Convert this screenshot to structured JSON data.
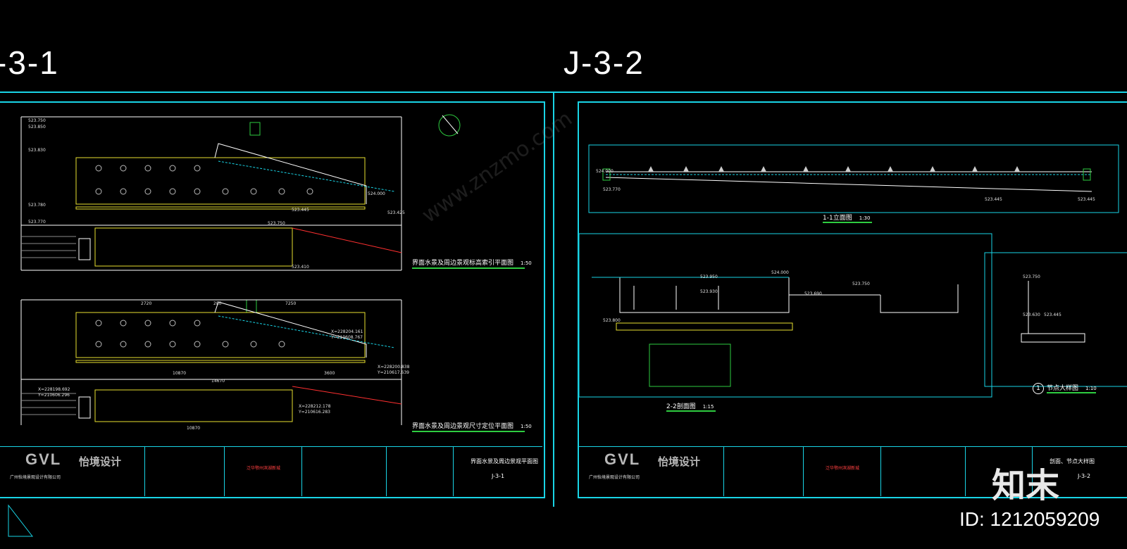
{
  "sheets": [
    {
      "label": "-3-1",
      "plan_titles": [
        {
          "text": "界面水景及周边景观标高索引平面图",
          "scale": "1:50"
        },
        {
          "text": "界面水景及周边景观尺寸定位平面图",
          "scale": "1:50"
        }
      ],
      "dims_top": [
        "2720",
        "280",
        "7250"
      ],
      "dims_bottom": [
        "10870",
        "14670",
        "3600",
        "10870"
      ],
      "elevations": [
        "523.750",
        "523.850",
        "523.830",
        "523.445",
        "524.000",
        "523.425",
        "523.770",
        "523.780",
        "523.750",
        "523.410"
      ],
      "coords": [
        "X=228204.161",
        "Y=210608.767",
        "X=228200.838",
        "Y=210617.639",
        "X=228198.692",
        "Y=210606.296",
        "X=228212.178",
        "Y=210616.283"
      ],
      "title_block": {
        "logo": "GVL",
        "logo_cn": "怡境设计",
        "company": "广州怡境景观设计有限公司",
        "project": "泛华鄂州滨湖新城",
        "sheet_name": "界面水景及周边景观平面图",
        "drawing_no": "J-3-1"
      }
    },
    {
      "label": "J-3-2",
      "section_titles": [
        {
          "text": "1-1立面图",
          "scale": "1:30"
        },
        {
          "text": "2-2剖面图",
          "scale": "1:15"
        },
        {
          "text": "节点大样图",
          "scale": "1:10"
        }
      ],
      "elevations": [
        "524.000",
        "523.770",
        "523.445",
        "523.445",
        "524.000",
        "523.950",
        "523.930",
        "523.800",
        "523.750",
        "523.690",
        "523.630",
        "523.445",
        "523.750"
      ],
      "title_block": {
        "logo": "GVL",
        "logo_cn": "怡境设计",
        "company": "广州怡境景观设计有限公司",
        "project": "泛华鄂州滨湖新城",
        "sheet_name": "剖面、节点大样图",
        "drawing_no": "J-3-2"
      }
    }
  ],
  "node_marker": "1",
  "watermarks": {
    "brand_cn": "知末",
    "id_label": "ID: 1212059209",
    "site": "www.znzmo.com"
  },
  "colors": {
    "frame": "#19d4e6",
    "line_white": "#ffffff",
    "yellow": "#e8e030",
    "green": "#2ecc40",
    "red": "#ff3030",
    "background": "#000000"
  }
}
